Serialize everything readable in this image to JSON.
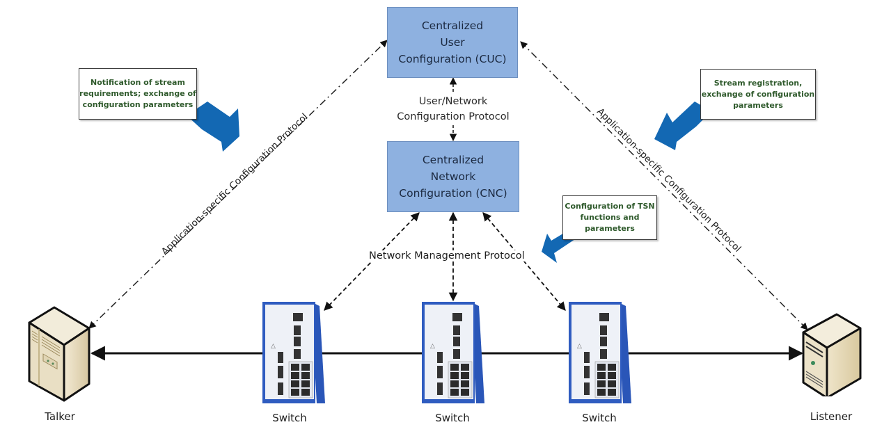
{
  "title": "TSN fully centralized configuration model",
  "colors": {
    "config_box_fill": "#8eb1e0",
    "config_box_border": "#6d8fbf",
    "config_box_text": "#1b2940",
    "note_text": "#2f5a2c",
    "callout_arrow": "#1368b3",
    "switch_blue": "#2a56b8",
    "server_beige": "#e8dcc0"
  },
  "nodes": {
    "cuc": {
      "lines": [
        "Centralized",
        "User",
        "Configuration (CUC)"
      ]
    },
    "cnc": {
      "lines": [
        "Centralized",
        "Network",
        "Configuration (CNC)"
      ]
    },
    "talker": {
      "label": "Talker",
      "icon": "server-tower-icon"
    },
    "listener": {
      "label": "Listener",
      "icon": "server-icon"
    },
    "switches": [
      {
        "label": "Switch",
        "icon": "network-switch-icon"
      },
      {
        "label": "Switch",
        "icon": "network-switch-icon"
      },
      {
        "label": "Switch",
        "icon": "network-switch-icon"
      }
    ]
  },
  "protocols": {
    "uni": [
      "User/Network",
      "Configuration Protocol"
    ],
    "nmp": "Network Management Protocol",
    "app_left": "Application-specific Configuration Protocol",
    "app_right": "Application-specific Configuration Protocol"
  },
  "notes": {
    "left": [
      "Notification of stream",
      "requirements; exchange of",
      "configuration parameters"
    ],
    "right": [
      "Stream registration,",
      "exchange of configuration",
      "parameters"
    ],
    "tsn": [
      "Configuration of TSN",
      "functions and",
      "parameters"
    ]
  }
}
